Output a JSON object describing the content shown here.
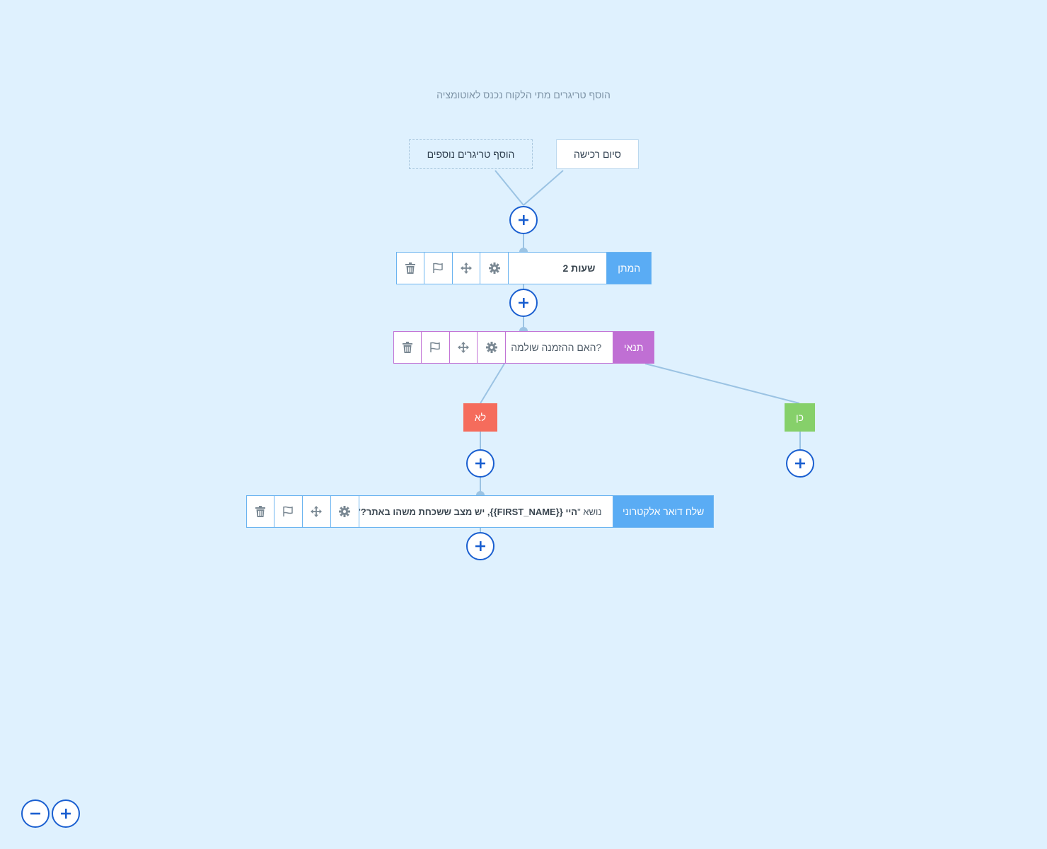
{
  "hint": "הוסף טריגרים מתי הלקוח נכנס לאוטומציה",
  "triggers": {
    "primary": "סיום רכישה",
    "add_more": "הוסף טריגרים נוספים"
  },
  "wait_node": {
    "label": "המתן",
    "value": "2 שעות",
    "color": "#5aacf4"
  },
  "condition_node": {
    "label": "תנאי",
    "value": "האם ההזמנה שולמה?",
    "color": "#c06fd4"
  },
  "branches": {
    "yes": {
      "label": "כן",
      "color": "#86d06a"
    },
    "no": {
      "label": "לא",
      "color": "#f56c5c"
    }
  },
  "email_node": {
    "label": "שלח דואר אלקטרוני",
    "prefix": "נושא \"",
    "subject": "היי {{FIRST_NAME}}, יש מצב ששכחת משהו באתר?",
    "suffix": "\"",
    "color": "#5aacf4"
  },
  "colors": {
    "background": "#dff1fe",
    "accent": "#1a5fd0",
    "connector": "#9bc3e3",
    "tool_icon": "#7a8893"
  },
  "icons": {
    "settings": "gear-icon",
    "move": "move-icon",
    "flag": "flag-icon",
    "delete": "trash-icon",
    "add": "plus-icon",
    "zoom_in": "plus-icon",
    "zoom_out": "minus-icon"
  }
}
